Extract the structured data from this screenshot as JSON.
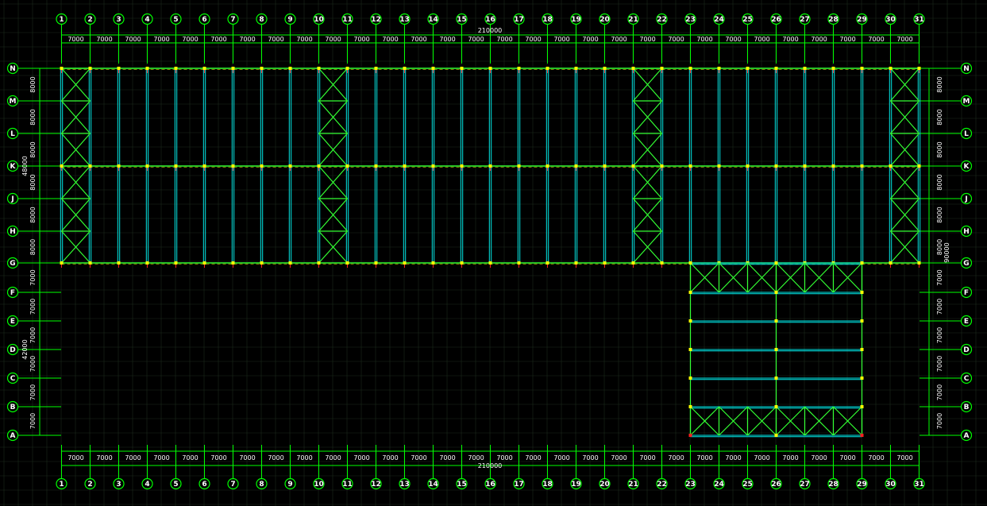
{
  "colors": {
    "background": "#000000",
    "grid": "#1c2a1c",
    "gridline": "#00ff00",
    "column": "#00e5e5",
    "brace": "#33ff33",
    "beam": "#ffff00",
    "node": "#ffff00",
    "axis_bubble": "#00ff00",
    "text": "#ffffff",
    "red_mark": "#ff2020"
  },
  "axes_columns": [
    "1",
    "2",
    "3",
    "4",
    "5",
    "6",
    "7",
    "8",
    "9",
    "10",
    "11",
    "12",
    "13",
    "14",
    "15",
    "16",
    "17",
    "18",
    "19",
    "20",
    "21",
    "22",
    "23",
    "24",
    "25",
    "26",
    "27",
    "28",
    "29",
    "30",
    "31"
  ],
  "axes_rows": [
    "N",
    "M",
    "L",
    "K",
    "J",
    "H",
    "G",
    "F",
    "E",
    "D",
    "C",
    "B",
    "A"
  ],
  "dims": {
    "bay_top": "7000",
    "bay_bottom": "7000",
    "total_length": "210000",
    "left_upper": [
      "8000",
      "8000",
      "8000",
      "8000",
      "8000",
      "8000"
    ],
    "left_upper_total": "48000",
    "left_lower": [
      "7000",
      "7000",
      "7000",
      "7000",
      "7000",
      "7000"
    ],
    "left_lower_total": "42000",
    "right_upper": [
      "8000",
      "8000",
      "8000",
      "8000",
      "8000",
      "8000"
    ],
    "right_upper_total": "90000",
    "right_lower": [
      "7000",
      "7000",
      "7000",
      "7000",
      "7000",
      "7000"
    ]
  }
}
